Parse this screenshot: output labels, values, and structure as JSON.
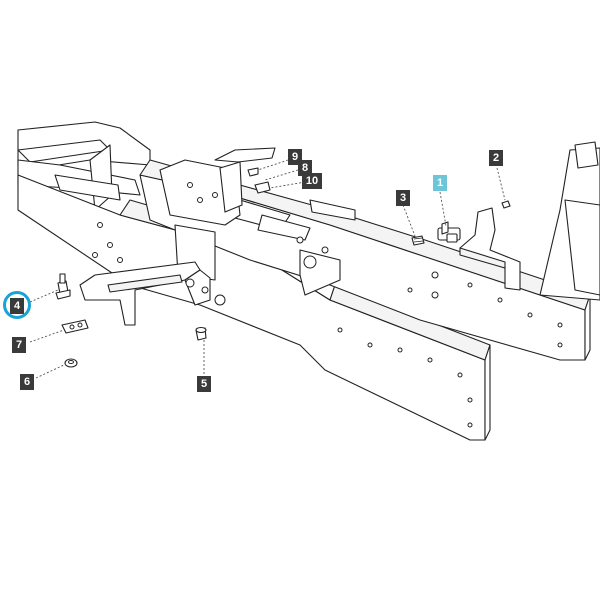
{
  "diagram": {
    "callouts": [
      {
        "id": "1",
        "label": "1",
        "state": "active"
      },
      {
        "id": "2",
        "label": "2",
        "state": "normal"
      },
      {
        "id": "3",
        "label": "3",
        "state": "normal"
      },
      {
        "id": "4",
        "label": "4",
        "state": "highlighted"
      },
      {
        "id": "5",
        "label": "5",
        "state": "normal"
      },
      {
        "id": "6",
        "label": "6",
        "state": "normal"
      },
      {
        "id": "7",
        "label": "7",
        "state": "normal"
      },
      {
        "id": "8",
        "label": "8",
        "state": "normal"
      },
      {
        "id": "9",
        "label": "9",
        "state": "normal"
      },
      {
        "id": "10",
        "label": "10",
        "state": "normal"
      }
    ],
    "colors": {
      "active_callout": "#6cc6d8",
      "normal_callout": "#3a3a3a",
      "highlight_ring": "#1aa3d4",
      "line": "#222222"
    }
  }
}
